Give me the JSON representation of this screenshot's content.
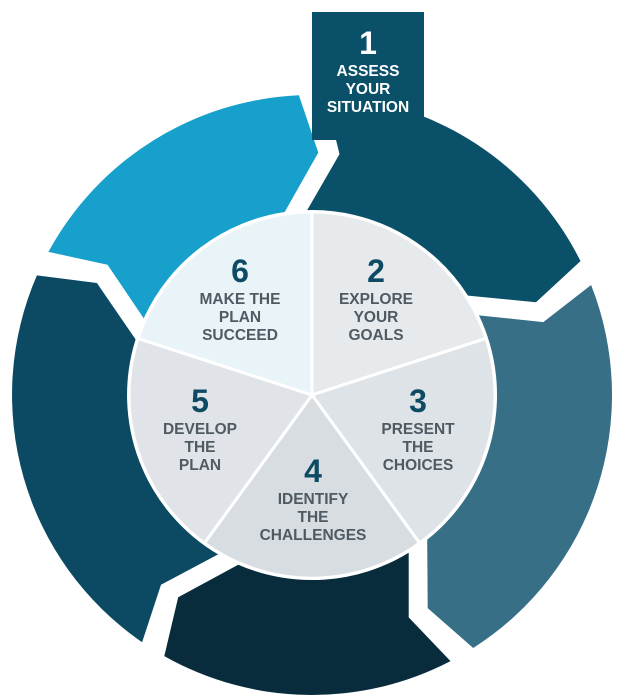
{
  "colors": {
    "step1": "#0a5068",
    "step2": "#376f86",
    "step3": "#082c3c",
    "step4": "#0b4a62",
    "step5": "#16a0cb",
    "inner_text": "#0d4a63",
    "inner_sub": "#4f5a63",
    "banner_text": "#ffffff"
  },
  "steps": [
    {
      "number": "1",
      "lines": [
        "ASSESS",
        "YOUR",
        "SITUATION"
      ]
    },
    {
      "number": "2",
      "lines": [
        "EXPLORE",
        "YOUR",
        "GOALS"
      ]
    },
    {
      "number": "3",
      "lines": [
        "PRESENT",
        "THE",
        "CHOICES"
      ]
    },
    {
      "number": "4",
      "lines": [
        "IDENTIFY",
        "THE",
        "CHALLENGES"
      ]
    },
    {
      "number": "5",
      "lines": [
        "DEVELOP",
        "THE",
        "PLAN"
      ]
    },
    {
      "number": "6",
      "lines": [
        "MAKE THE",
        "PLAN",
        "SUCCEED"
      ]
    }
  ],
  "inner_segment_fills": [
    "#e6eaed",
    "#dee3e7",
    "#d7dde1",
    "#e0e4e8",
    "#e9f4f8"
  ]
}
